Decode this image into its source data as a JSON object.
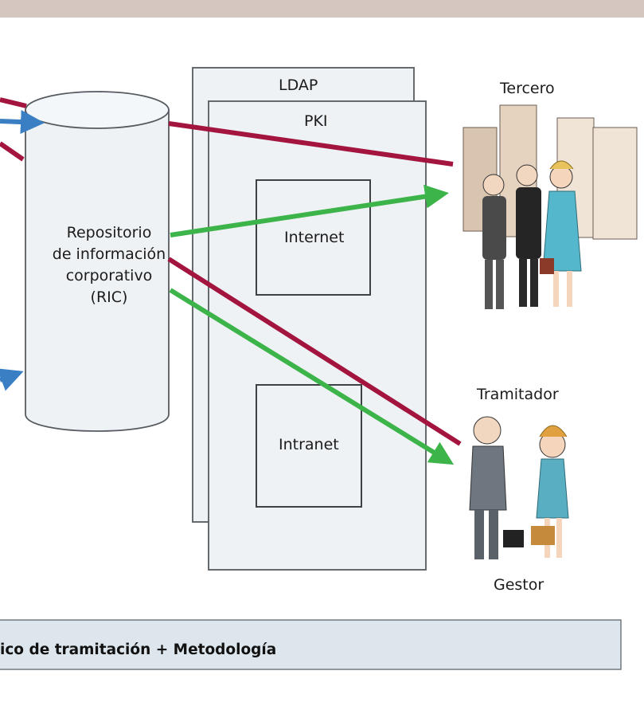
{
  "ldap_label": "LDAP",
  "pki_label": "PKI",
  "internet_label": "Internet",
  "intranet_label": "Intranet",
  "repository": {
    "line1": "Repositorio",
    "line2": "de información",
    "line3": "corporativo",
    "line4": "(RIC)"
  },
  "actors": {
    "tercero": "Tercero",
    "tramitador": "Tramitador",
    "gestor": "Gestor"
  },
  "bottom_bar_text": "ico de tramitación + Metodología",
  "colors": {
    "red_arrow": "#a3143e",
    "green_arrow": "#3cb449",
    "blue_arrow": "#3a7fc4",
    "box_fill": "#eef2f5",
    "stroke": "#555b60"
  }
}
